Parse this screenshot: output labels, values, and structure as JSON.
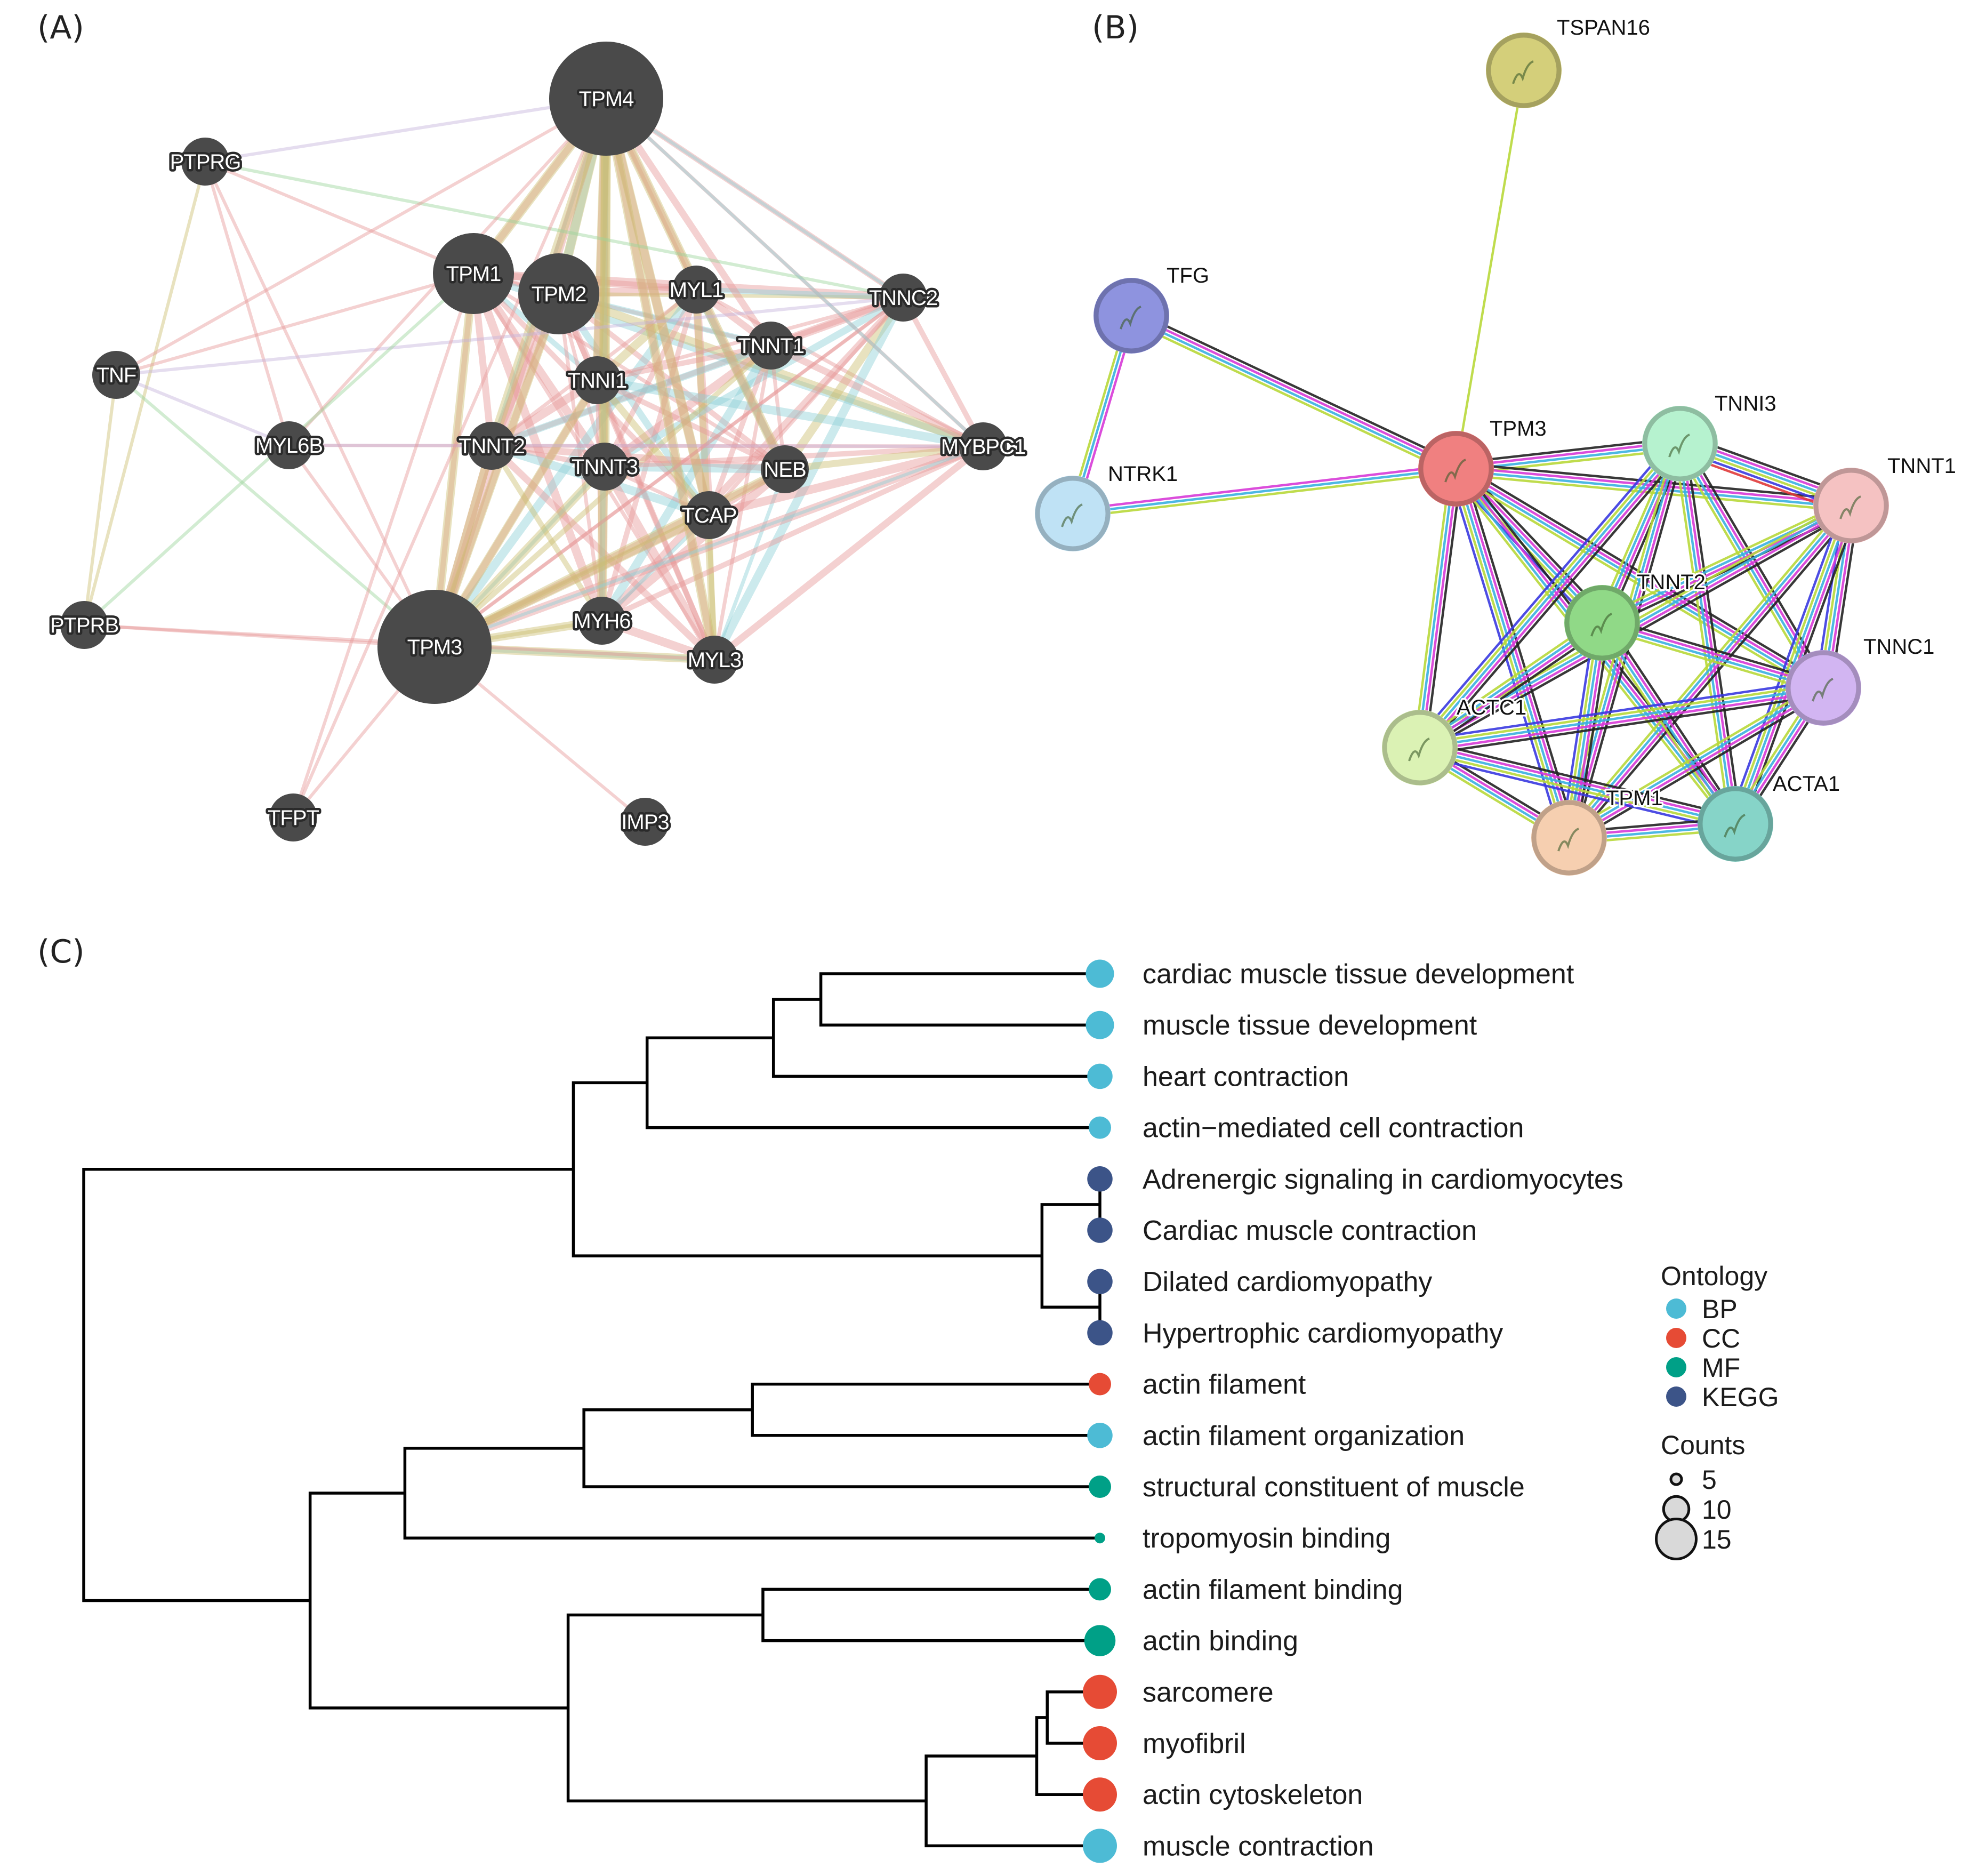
{
  "panels": {
    "a_label": "(A)",
    "b_label": "(B)",
    "c_label": "(C)"
  },
  "genemania": {
    "node_color": "#4a4a4a",
    "edge_colors": {
      "coexpression": "#e69a9a",
      "colocalization": "#cdbf72",
      "pathway": "#8fd0d8",
      "genetic": "#9bd59b",
      "other": "#c6b3dc"
    },
    "nodes": [
      {
        "id": "TPM4",
        "size": 3
      },
      {
        "id": "TPM3",
        "size": 3
      },
      {
        "id": "TPM1",
        "size": 2
      },
      {
        "id": "TPM2",
        "size": 2
      },
      {
        "id": "PTPRG",
        "size": 1
      },
      {
        "id": "TNF",
        "size": 1
      },
      {
        "id": "MYL6B",
        "size": 1
      },
      {
        "id": "PTPRB",
        "size": 1
      },
      {
        "id": "TFPT",
        "size": 1
      },
      {
        "id": "IMP3",
        "size": 1
      },
      {
        "id": "MYL1",
        "size": 1
      },
      {
        "id": "TNNC2",
        "size": 1
      },
      {
        "id": "TNNT1",
        "size": 1
      },
      {
        "id": "TNNI1",
        "size": 1
      },
      {
        "id": "TNNT2",
        "size": 1
      },
      {
        "id": "TNNT3",
        "size": 1
      },
      {
        "id": "NEB",
        "size": 1
      },
      {
        "id": "TCAP",
        "size": 1
      },
      {
        "id": "MYBPC1",
        "size": 1
      },
      {
        "id": "MYH6",
        "size": 1
      },
      {
        "id": "MYL3",
        "size": 1
      }
    ]
  },
  "string": {
    "nodes": [
      {
        "id": "TSPAN16",
        "color": "#d4cf7a"
      },
      {
        "id": "TFG",
        "color": "#8e93df"
      },
      {
        "id": "NTRK1",
        "color": "#bfe2f5"
      },
      {
        "id": "TPM3",
        "color": "#f08080"
      },
      {
        "id": "TNNI3",
        "color": "#b6f2cf"
      },
      {
        "id": "TNNT1",
        "color": "#f5c2c2"
      },
      {
        "id": "TNNT2",
        "color": "#90d987"
      },
      {
        "id": "TNNC1",
        "color": "#d2b5f2"
      },
      {
        "id": "ACTC1",
        "color": "#dbf2b4"
      },
      {
        "id": "TPM1",
        "color": "#f6cfb0"
      },
      {
        "id": "ACTA1",
        "color": "#86d4c8"
      }
    ],
    "edge_colors": [
      "#222222",
      "#d73ad7",
      "#3ab0e0",
      "#b8d83a",
      "#3a3ae0",
      "#e03a3a"
    ]
  },
  "chart_data": {
    "type": "dendrogram",
    "terms": [
      {
        "label": "cardiac muscle tissue development",
        "ontology": "BP",
        "counts": 11
      },
      {
        "label": "muscle tissue development",
        "ontology": "BP",
        "counts": 11
      },
      {
        "label": "heart contraction",
        "ontology": "BP",
        "counts": 10
      },
      {
        "label": "actin−mediated cell contraction",
        "ontology": "BP",
        "counts": 9
      },
      {
        "label": "Adrenergic signaling in cardiomyocytes",
        "ontology": "KEGG",
        "counts": 10
      },
      {
        "label": "Cardiac muscle contraction",
        "ontology": "KEGG",
        "counts": 10
      },
      {
        "label": "Dilated cardiomyopathy",
        "ontology": "KEGG",
        "counts": 10
      },
      {
        "label": "Hypertrophic cardiomyopathy",
        "ontology": "KEGG",
        "counts": 10
      },
      {
        "label": "actin filament",
        "ontology": "CC",
        "counts": 9
      },
      {
        "label": "actin filament organization",
        "ontology": "BP",
        "counts": 10
      },
      {
        "label": "structural constituent of muscle",
        "ontology": "MF",
        "counts": 9
      },
      {
        "label": "tropomyosin binding",
        "ontology": "MF",
        "counts": 5
      },
      {
        "label": "actin filament binding",
        "ontology": "MF",
        "counts": 9
      },
      {
        "label": "actin binding",
        "ontology": "MF",
        "counts": 12
      },
      {
        "label": "sarcomere",
        "ontology": "CC",
        "counts": 13
      },
      {
        "label": "myofibril",
        "ontology": "CC",
        "counts": 13
      },
      {
        "label": "actin cytoskeleton",
        "ontology": "CC",
        "counts": 13
      },
      {
        "label": "muscle contraction",
        "ontology": "BP",
        "counts": 13
      }
    ],
    "ontology_colors": {
      "BP": "#4dbbd5",
      "CC": "#e64b35",
      "MF": "#00a087",
      "KEGG": "#3c5488"
    },
    "legend": {
      "ontology_title": "Ontology",
      "ontology_items": [
        "BP",
        "CC",
        "MF",
        "KEGG"
      ],
      "counts_title": "Counts",
      "counts_items": [
        5,
        10,
        15
      ]
    }
  }
}
